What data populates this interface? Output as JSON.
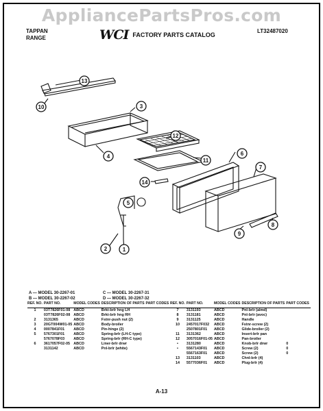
{
  "watermark": "AppliancePartsPros.com",
  "header": {
    "brand_line1": "TAPPAN",
    "brand_line2": "RANGE",
    "logo_text": "WCI",
    "catalog_title": "FACTORY PARTS CATALOG",
    "catalog_number": "LT32487020"
  },
  "callouts": [
    "13",
    "10",
    "3",
    "12",
    "4",
    "11",
    "6",
    "14",
    "7",
    "5",
    "8",
    "9",
    "2",
    "1"
  ],
  "models": {
    "a": "A — MODEL 30-2267-01",
    "b": "B — MODEL 30-2267-02",
    "c": "C — MODEL 30-2267-31",
    "d": "D — MODEL 30-2267-32"
  },
  "table": {
    "headers": {
      "ref": "REF. NO.",
      "part": "PART NO.",
      "model": "MODEL CODES",
      "desc": "DESCRIPTION OF PARTS",
      "pcodes": "PART CODES"
    },
    "left_rows": [
      {
        "ref": "1",
        "part": "03T7826F01-08",
        "model": "ABCD",
        "desc": "Brkt-brlr hng LH",
        "pcode": ""
      },
      {
        "ref": "",
        "part": "03T7826F02-08",
        "model": "ABCD",
        "desc": "Brkt-brlr hng RH",
        "pcode": ""
      },
      {
        "ref": "2",
        "part": "3131365",
        "model": "ABCD",
        "desc": "Fstnr-push nut (2)",
        "pcode": ""
      },
      {
        "ref": "3",
        "part": "20GT004W01-05",
        "model": "ABCD",
        "desc": "Body-broiler",
        "pcode": ""
      },
      {
        "ref": "4",
        "part": "0007841F01",
        "model": "ABCD",
        "desc": "Pin-hinge (2)",
        "pcode": ""
      },
      {
        "ref": "5",
        "part": "5767301F01",
        "model": "ABCD",
        "desc": "Spring-brlr (LH-C type)",
        "pcode": ""
      },
      {
        "ref": "",
        "part": "5767078F03",
        "model": "ABCD",
        "desc": "Spring-brlr (RH-C type)",
        "pcode": ""
      },
      {
        "ref": "6",
        "part": "3617057F02-05",
        "model": "ABCD",
        "desc": "Liner-brlr drwr",
        "pcode": ""
      },
      {
        "ref": "",
        "part": "3131142",
        "model": "ABCD",
        "desc": "Pnl-brlr (white)",
        "pcode": ""
      }
    ],
    "right_rows": [
      {
        "ref": "7",
        "part": "3131193",
        "model": "ABCD",
        "desc": "Pnl-brlr (almd)",
        "pcode": ""
      },
      {
        "ref": "8",
        "part": "3131181",
        "model": "ABCD",
        "desc": "Pnl-brlr (avoc)",
        "pcode": ""
      },
      {
        "ref": "9",
        "part": "3131125",
        "model": "ABCD",
        "desc": "Handle",
        "pcode": ""
      },
      {
        "ref": "10",
        "part": "2457017F032",
        "model": "ABCD",
        "desc": "Fstnr-screw (2)",
        "pcode": ""
      },
      {
        "ref": "",
        "part": "2507801F01",
        "model": "ABCD",
        "desc": "Glide-broiler (2)",
        "pcode": ""
      },
      {
        "ref": "11",
        "part": "3131362",
        "model": "ABCD",
        "desc": "Insert-brlr pan",
        "pcode": ""
      },
      {
        "ref": "12",
        "part": "3057016F01-05",
        "model": "ABCD",
        "desc": "Pan-broiler",
        "pcode": ""
      },
      {
        "ref": "•",
        "part": "3131280",
        "model": "ABCD",
        "desc": "Knob-brlr drwr",
        "pcode": "0"
      },
      {
        "ref": "•",
        "part": "5567143F01",
        "model": "ABCD",
        "desc": "Screw (2)",
        "pcode": "0"
      },
      {
        "ref": "",
        "part": "5567163F01",
        "model": "ABCD",
        "desc": "Screw (2)",
        "pcode": "0"
      },
      {
        "ref": "13",
        "part": "3131103",
        "model": "ABCD",
        "desc": "Chnl-brlr (4)",
        "pcode": ""
      },
      {
        "ref": "14",
        "part": "5577036F01",
        "model": "ABCD",
        "desc": "Plug-brlr (4)",
        "pcode": ""
      }
    ]
  },
  "footer": {
    "page": "A-13"
  }
}
